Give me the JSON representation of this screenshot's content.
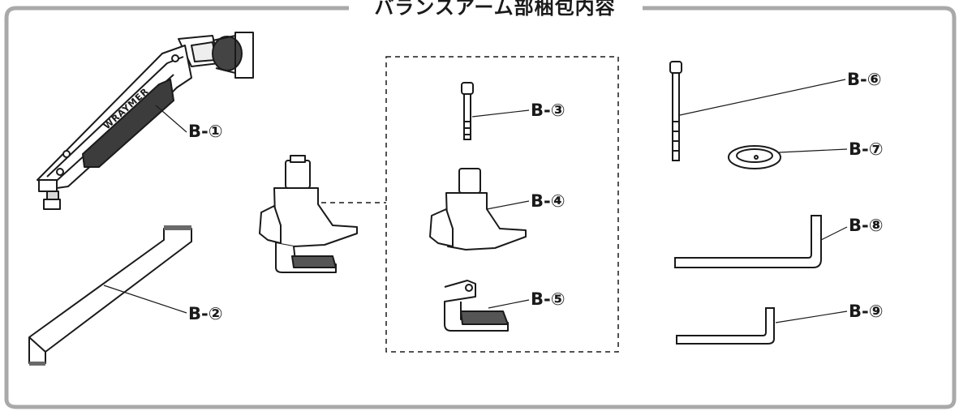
{
  "title": "バランスアーム部梱包内容",
  "brand": "WRAYMER",
  "labels": {
    "b1": "B-①",
    "b2": "B-②",
    "b3": "B-③",
    "b4": "B-④",
    "b5": "B-⑤",
    "b6": "B-⑥",
    "b7": "B-⑦",
    "b8": "B-⑧",
    "b9": "B-⑨"
  },
  "colors": {
    "frame": "#a9a9a9",
    "ink": "#1a1a1a",
    "dark_fill": "#3c3c3c",
    "light_fill": "#d8d8d8"
  }
}
